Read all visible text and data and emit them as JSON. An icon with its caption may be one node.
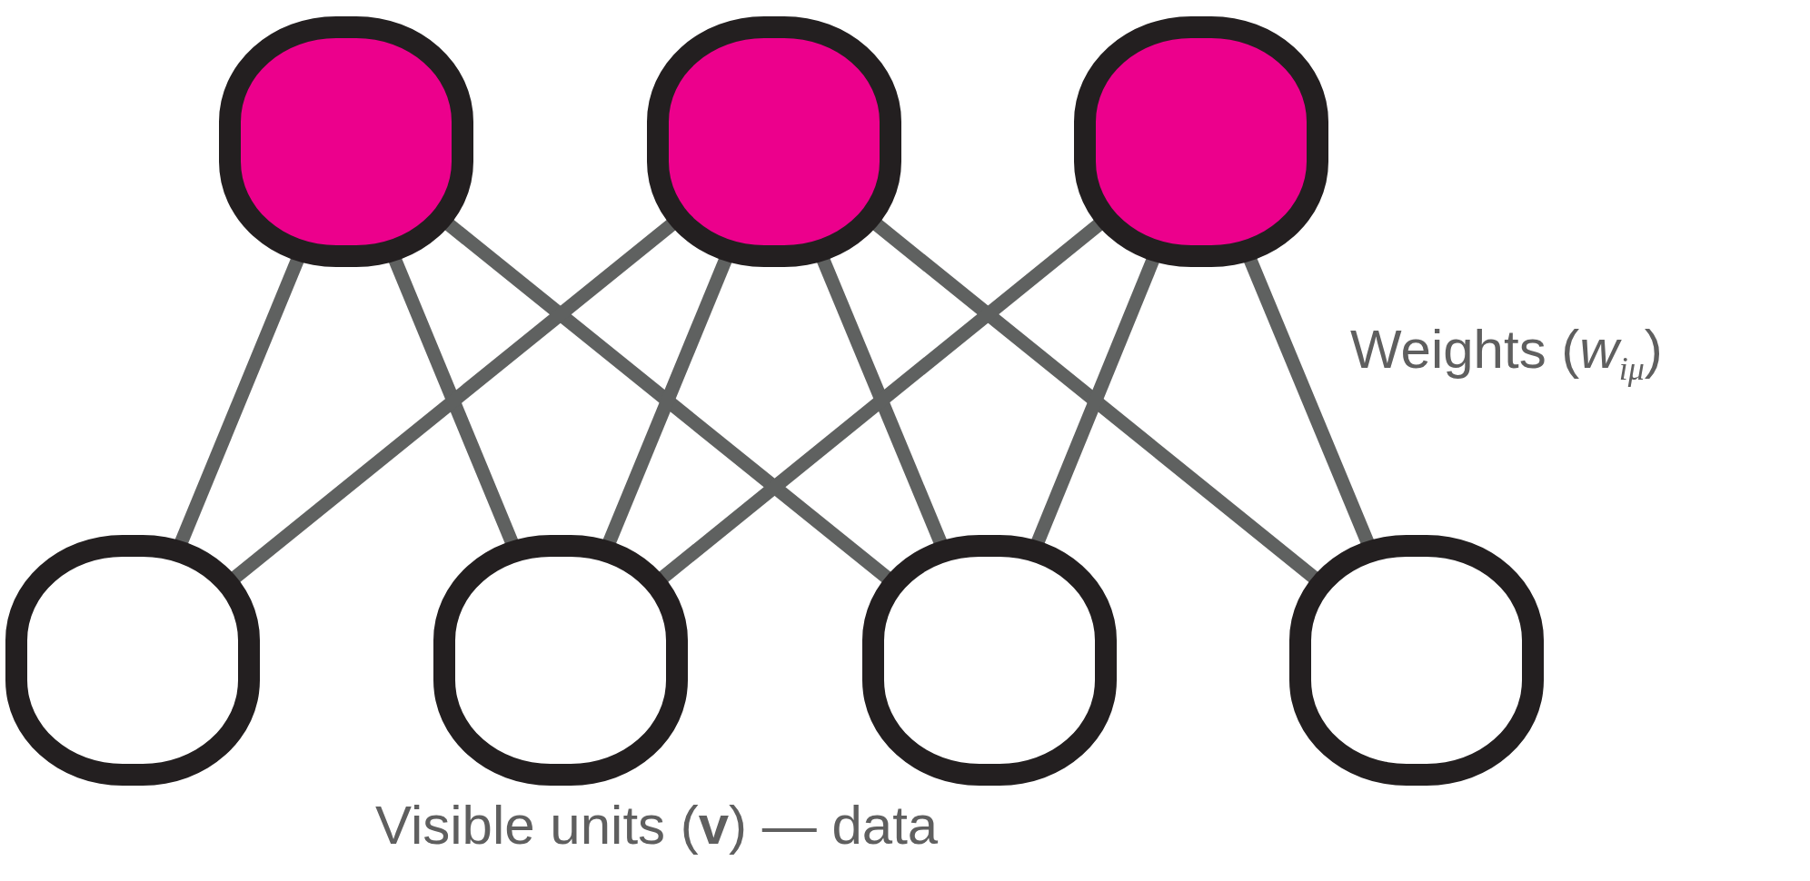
{
  "diagram": {
    "nodes": [
      {
        "text": [],
        "shape": "circle"
      },
      {
        "text": [],
        "shape": "circle"
      },
      {
        "text": [],
        "shape": "circle"
      },
      {
        "text": [],
        "shape": "circle"
      },
      {
        "text": [],
        "shape": "circle"
      },
      {
        "text": [],
        "shape": "circle"
      },
      {
        "text": [],
        "shape": "circle"
      }
    ],
    "edges": [
      {
        "from": 0,
        "to": 3,
        "arrow": "none"
      },
      {
        "from": 0,
        "to": 4,
        "arrow": "none"
      },
      {
        "from": 0,
        "to": 5,
        "arrow": "none"
      },
      {
        "from": 1,
        "to": 3,
        "arrow": "none"
      },
      {
        "from": 1,
        "to": 4,
        "arrow": "none"
      },
      {
        "from": 1,
        "to": 5,
        "arrow": "none"
      },
      {
        "from": 1,
        "to": 6,
        "arrow": "none"
      },
      {
        "from": 2,
        "to": 4,
        "arrow": "none"
      },
      {
        "from": 2,
        "to": 5,
        "arrow": "none"
      },
      {
        "from": 2,
        "to": 6,
        "arrow": "none"
      }
    ],
    "labels": [
      "Weights (*w*$_{iμ}$)",
      "Visible units (**v**) — data"
    ]
  }
}
